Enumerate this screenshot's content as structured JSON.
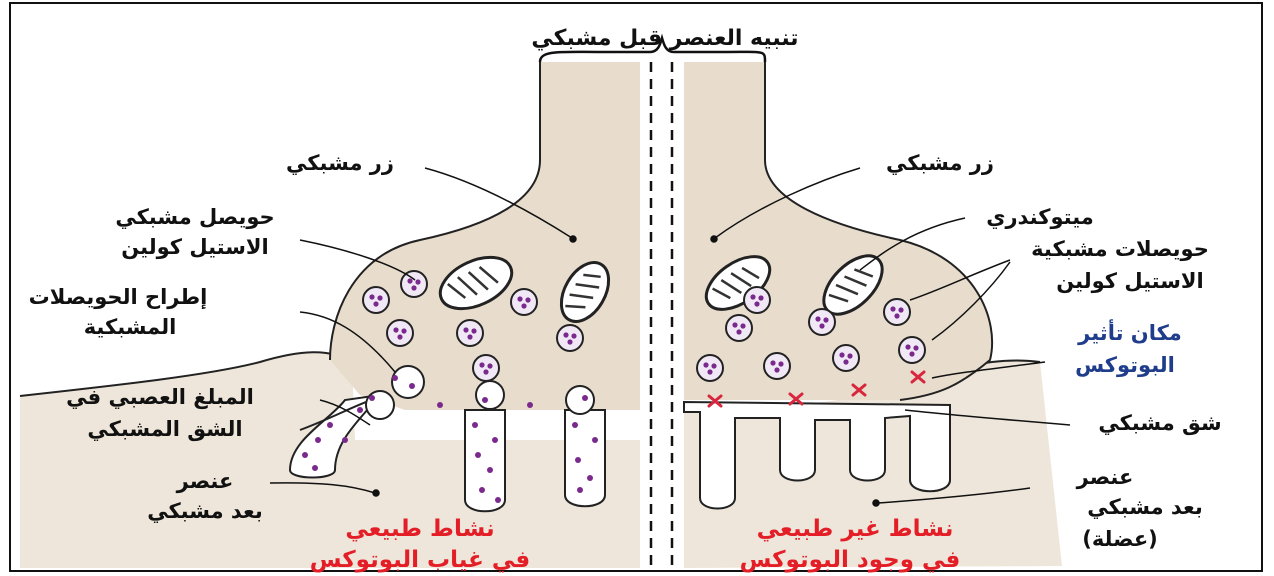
{
  "title": "تنبيه العنصر قبل مشبكي",
  "left_side": {
    "terminal": "زر مشبكي",
    "vesicle_line1": "حويصل مشبكي",
    "vesicle_line2": "الاستيل كولين",
    "exocytosis_line1": "إطراح الحويصلات",
    "exocytosis_line2": "المشبكية",
    "cleft_nt_line1": "المبلغ العصبي في",
    "cleft_nt_line2": "الشق المشبكي",
    "postsyn_line1": "عنصر",
    "postsyn_line2": "بعد مشبكي",
    "caption_line1": "نشاط طبيعي",
    "caption_line2": "في غياب البوتوكس"
  },
  "right_side": {
    "terminal": "زر مشبكي",
    "mitochondria": "ميتوكندري",
    "vesicles_line1": "حويصلات مشبكية",
    "vesicles_line2": "الاستيل كولين",
    "botox_site_line1": "مكان تأثير",
    "botox_site_line2": "البوتوكس",
    "cleft": "شق مشبكي",
    "postsyn_line1": "عنصر",
    "postsyn_line2": "بعد مشبكي",
    "postsyn_line3": "(عضلة)",
    "caption_line1": "نشاط غير طبيعي",
    "caption_line2": "في وجود البوتوكس"
  },
  "colors": {
    "tissue": "#e8ddcd",
    "outline": "#222222",
    "vesicle_fill": "#f1e8f6",
    "vesicle_dot": "#7a2a8c",
    "botox_mark": "#d7263d",
    "caption_red": "#e41e26",
    "botox_blue": "#1f3d8a"
  }
}
